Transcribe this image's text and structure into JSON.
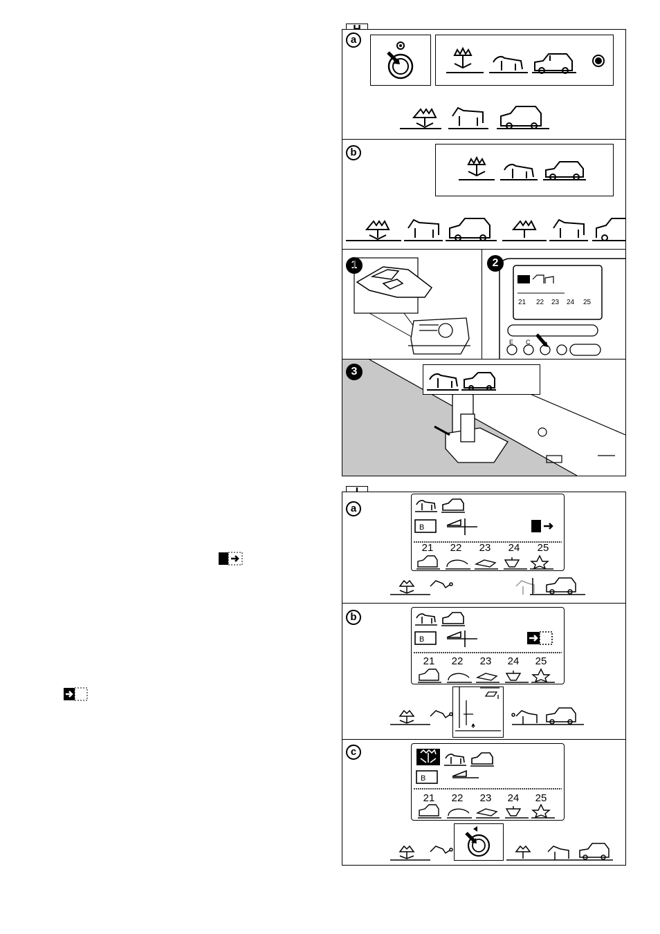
{
  "section_h": {
    "tag": "H",
    "step_a": "a",
    "step_b": "b",
    "step_1": "1",
    "step_2": "2",
    "step_3": "3",
    "panel2_numbers": [
      "21",
      "22",
      "23",
      "24",
      "25"
    ],
    "panel2_key_labels": [
      "E",
      "C"
    ]
  },
  "section_i": {
    "tag": "I",
    "step_a": "a",
    "step_b": "b",
    "step_c": "c",
    "lcd_numbers": [
      "21",
      "22",
      "23",
      "24",
      "25"
    ]
  },
  "icons": {
    "memory_icon": "memory-end-icon",
    "arrow_icon": "next-pattern-arrow-icon"
  }
}
